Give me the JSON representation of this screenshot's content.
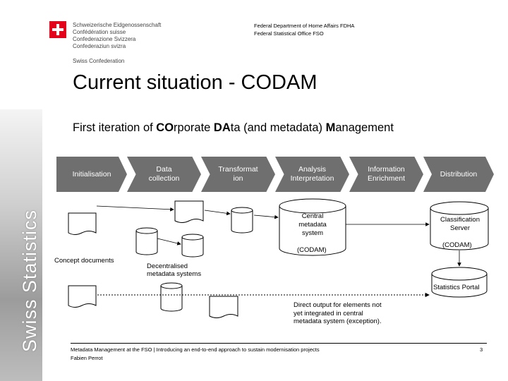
{
  "header": {
    "confederation_lines": [
      "Schweizerische Eidgenossenschaft",
      "Confédération suisse",
      "Confederazione Svizzera",
      "Confederaziun svizra"
    ],
    "swiss_confederation": "Swiss Confederation",
    "department": "Federal Department of Home Affairs FDHA",
    "office": "Federal Statistical Office FSO"
  },
  "sidebar": {
    "brand": "Swiss Statistics"
  },
  "title": "Current situation - CODAM",
  "subtitle": {
    "p1": "First iteration of ",
    "b1": "CO",
    "p2": "rporate ",
    "b2": "DA",
    "p3": "ta (and metadata) ",
    "b3": "M",
    "p4": "anagement"
  },
  "process_steps": [
    "Initialisation",
    "Data collection",
    "Transformat ion",
    "Analysis Interpretation",
    "Information Enrichment",
    "Distribution"
  ],
  "diagram": {
    "concept_documents": "Concept documents",
    "central_metadata": "Central metadata system",
    "central_codam": "(CODAM)",
    "classification_server": "Classification Server",
    "classification_codam": "(CODAM)",
    "decentralised": [
      "Decentralised",
      "metadata systems"
    ],
    "statistics_portal": "Statistics Portal",
    "direct_output": [
      "Direct output for elements not",
      "yet integrated in central",
      "metadata system (exception)."
    ]
  },
  "footer": {
    "text": "Metadata Management at the FSO | Introducing an end-to-end approach to sustain modernisation projects",
    "author": "Fabien Perrot",
    "page": "3"
  }
}
